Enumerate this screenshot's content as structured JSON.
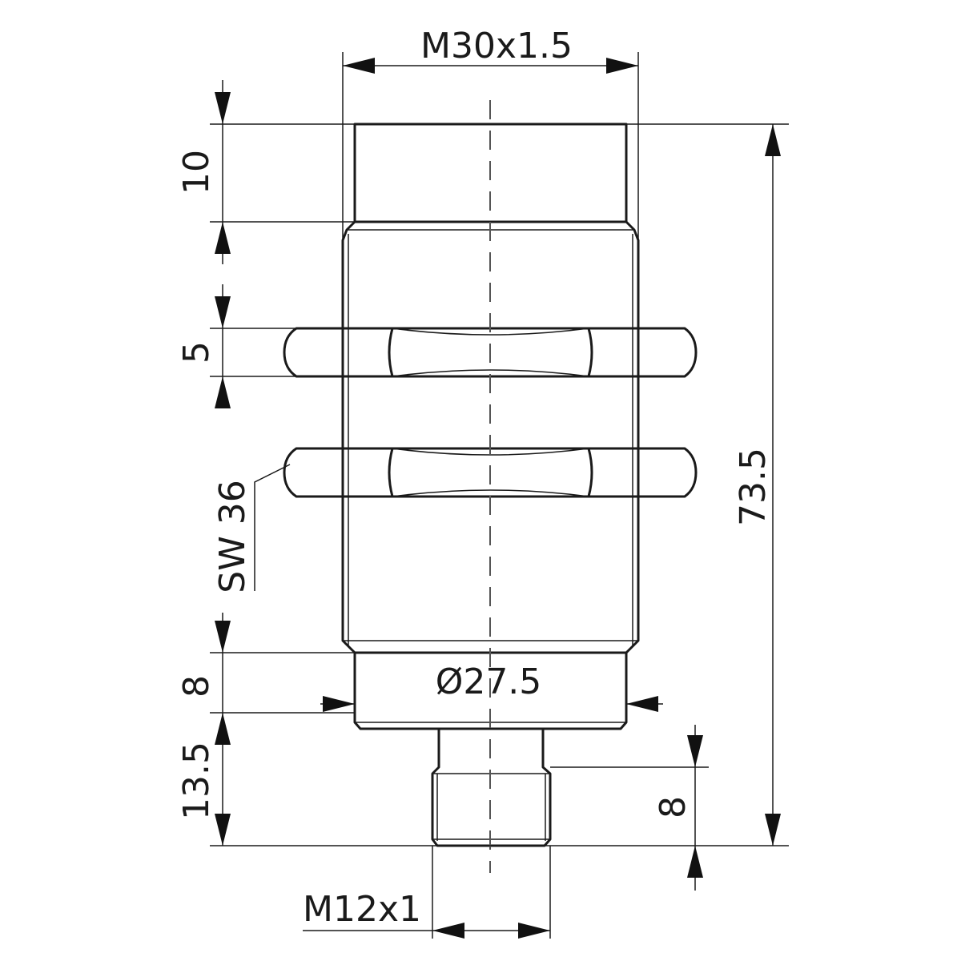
{
  "dimensions": {
    "thread_main": "M30x1.5",
    "height_top": "10",
    "nut_height": "5",
    "wrench_size": "SW 36",
    "total_length": "73.5",
    "collar_height": "8",
    "collar_diameter": "Ø27.5",
    "connector_length": "13.5",
    "connector_thread_length": "8",
    "thread_connector": "M12x1"
  }
}
